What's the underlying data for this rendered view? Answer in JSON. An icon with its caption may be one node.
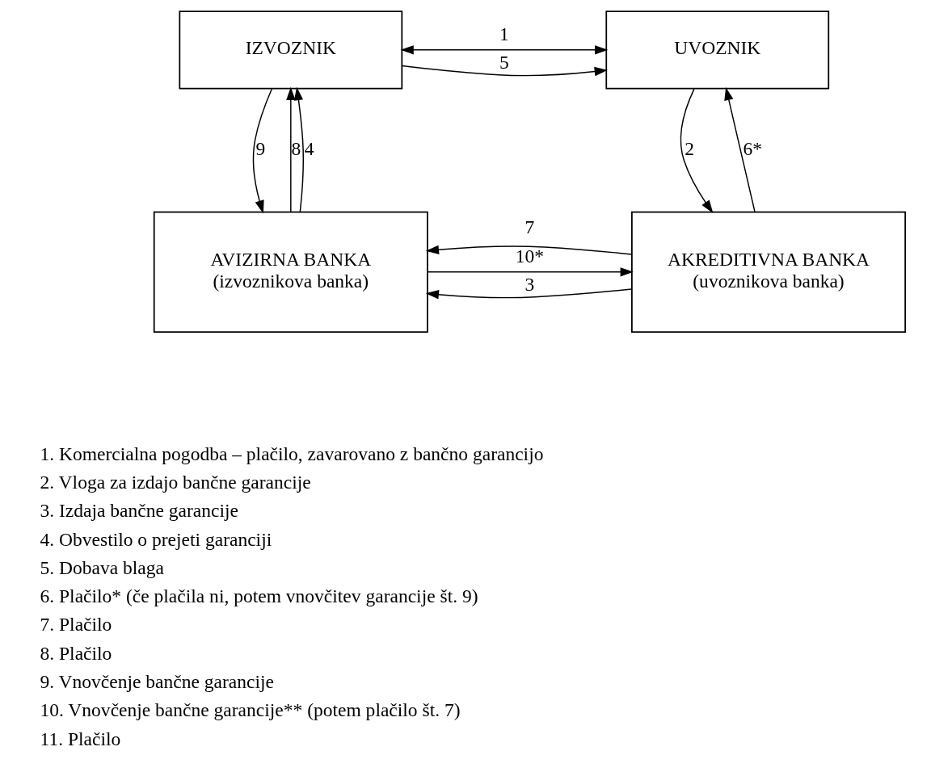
{
  "diagram": {
    "nodes": [
      {
        "text": [
          "IZVOZNIK"
        ]
      },
      {
        "text": [
          "UVOZNIK"
        ]
      },
      {
        "text": [
          "AVIZIRNA BANKA",
          "(izvoznikova banka)"
        ]
      },
      {
        "text": [
          "AKREDITIVNA BANKA",
          "(uvoznikova banka)"
        ]
      }
    ],
    "edges": [
      {
        "from": 0,
        "to": 1,
        "arrow": "both",
        "label": "1"
      },
      {
        "from": 0,
        "to": 1,
        "arrow": "to",
        "label": "5"
      },
      {
        "from": 2,
        "to": 0,
        "arrow": "to",
        "label": "8"
      },
      {
        "from": 2,
        "to": 0,
        "arrow": "to",
        "label": "4"
      },
      {
        "from": 0,
        "to": 2,
        "arrow": "to",
        "label": "9"
      },
      {
        "from": 1,
        "to": 3,
        "arrow": "to",
        "label": "2"
      },
      {
        "from": 3,
        "to": 1,
        "arrow": "to",
        "label": "6*"
      },
      {
        "from": 3,
        "to": 2,
        "arrow": "to",
        "label": "3"
      },
      {
        "from": 3,
        "to": 2,
        "arrow": "to",
        "label": "7"
      },
      {
        "from": 2,
        "to": 3,
        "arrow": "to",
        "label": "10*"
      }
    ],
    "labels": [
      "1. Komercialna pogodba – plačilo, zavarovano z bančno garancijo",
      "2. Vloga za izdajo bančne garancije",
      "3. Izdaja bančne garancije",
      "4. Obvestilo o prejeti garanciji",
      "5. Dobava blaga",
      "6. Plačilo* (če plačila ni, potem vnovčitev garancije št. 9)",
      "7. Plačilo",
      "8. Plačilo",
      "9. Vnovčenje bančne garancije",
      "10. Vnovčenje bančne garancije** (potem plačilo št. 7)",
      "11. Plačilo"
    ]
  }
}
